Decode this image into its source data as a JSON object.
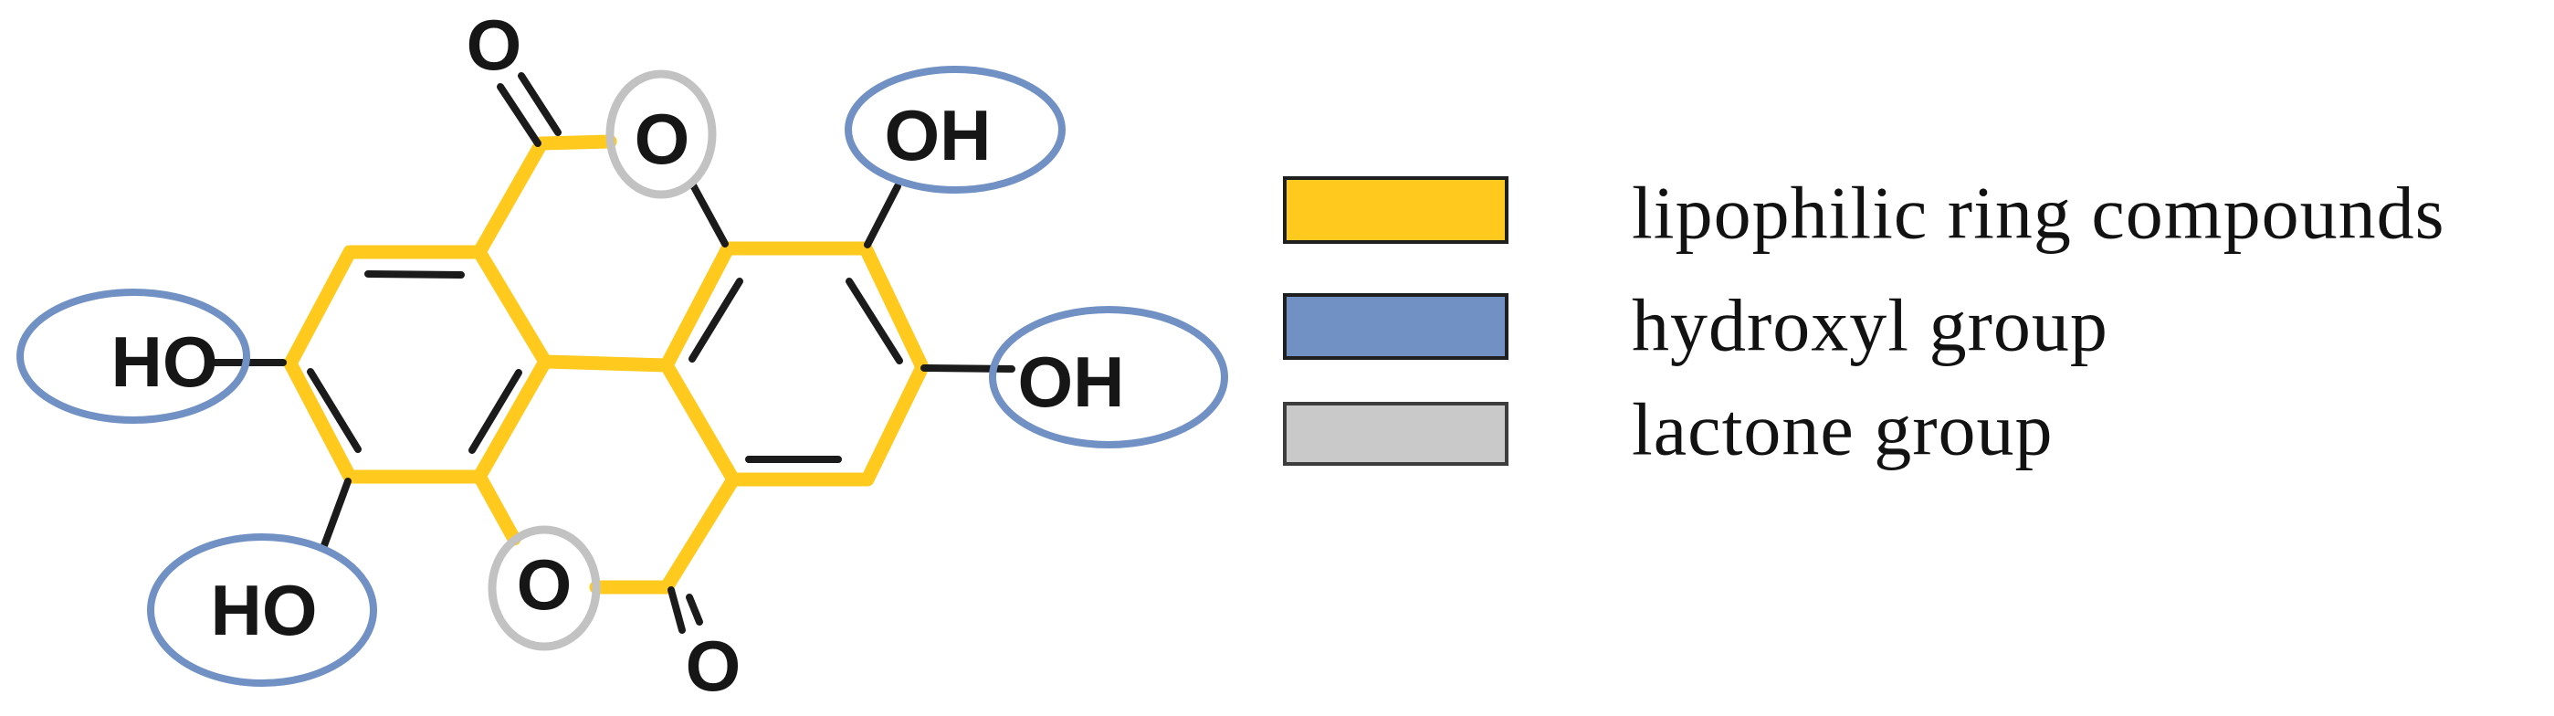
{
  "figure": {
    "type": "chemical-structure-diagram",
    "background": "#FFFFFF",
    "molecule": {
      "name_hint": "polyphenol with lipophilic rings, hydroxyl and lactone groups",
      "bond_color": "#1B1B1B",
      "highlight_colors": {
        "lipophilic": "#FFC91E",
        "hydroxyl": "#7191C5",
        "lactone": "#C2C2C2"
      },
      "atom_labels": [
        {
          "id": "carbonyl-o-top",
          "text": "O"
        },
        {
          "id": "lactone-o-top",
          "text": "O"
        },
        {
          "id": "hydroxyl-oh-top-right",
          "text": "OH"
        },
        {
          "id": "hydroxyl-ho-left",
          "text": "HO"
        },
        {
          "id": "hydroxyl-oh-right",
          "text": "OH"
        },
        {
          "id": "hydroxyl-ho-bottom-left",
          "text": "HO"
        },
        {
          "id": "lactone-o-bottom",
          "text": "O"
        },
        {
          "id": "carbonyl-o-bottom",
          "text": "O"
        }
      ]
    },
    "legend": {
      "items": [
        {
          "label": "lipophilic ring compounds",
          "color": "#FFC91E",
          "border": "#1F1F1F"
        },
        {
          "label": "hydroxyl group",
          "color": "#7191C5",
          "border": "#1F1F1F"
        },
        {
          "label": "lactone group",
          "color": "#C9C9C9",
          "border": "#3D3D3D"
        }
      ]
    }
  }
}
